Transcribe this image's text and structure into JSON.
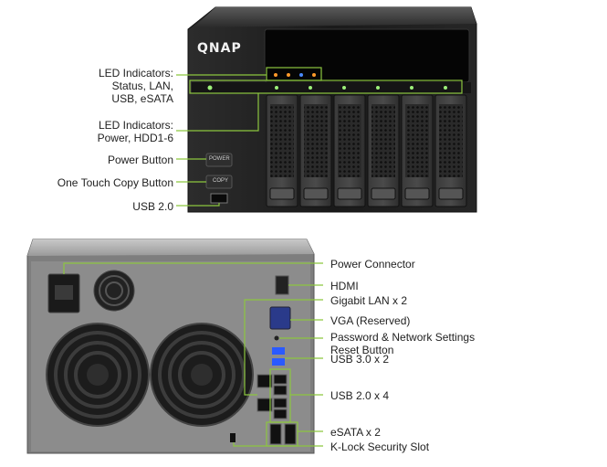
{
  "brand": {
    "logo_text": "QNAP"
  },
  "front_panel": {
    "buttons": {
      "power_caption": "POWER",
      "copy_caption": "COPY"
    },
    "callouts": [
      {
        "id": "led-status",
        "lines": [
          "LED Indicators:",
          "Status, LAN,",
          "USB, eSATA"
        ]
      },
      {
        "id": "led-power",
        "lines": [
          "LED Indicators:",
          "Power, HDD1-6"
        ]
      },
      {
        "id": "power-button",
        "lines": [
          "Power Button"
        ]
      },
      {
        "id": "copy-button",
        "lines": [
          "One Touch Copy Button"
        ]
      },
      {
        "id": "usb2-front",
        "lines": [
          "USB 2.0"
        ]
      }
    ]
  },
  "rear_panel": {
    "callouts": [
      {
        "id": "power-connector",
        "lines": [
          "Power Connector"
        ]
      },
      {
        "id": "hdmi",
        "lines": [
          "HDMI"
        ]
      },
      {
        "id": "gigabit-lan",
        "lines": [
          "Gigabit LAN x 2"
        ]
      },
      {
        "id": "vga",
        "lines": [
          "VGA (Reserved)"
        ]
      },
      {
        "id": "reset",
        "lines": [
          "Password & Network Settings",
          "Reset Button"
        ]
      },
      {
        "id": "usb3",
        "lines": [
          "USB 3.0 x 2"
        ]
      },
      {
        "id": "usb2-rear",
        "lines": [
          "USB 2.0 x 4"
        ]
      },
      {
        "id": "esata",
        "lines": [
          "eSATA x 2"
        ]
      },
      {
        "id": "klock",
        "lines": [
          "K-Lock Security Slot"
        ]
      }
    ]
  },
  "colors": {
    "callout_line": "#8cc63f",
    "chassis_dark": "#1e1e1e",
    "rear_panel": "#8a8a8a"
  }
}
